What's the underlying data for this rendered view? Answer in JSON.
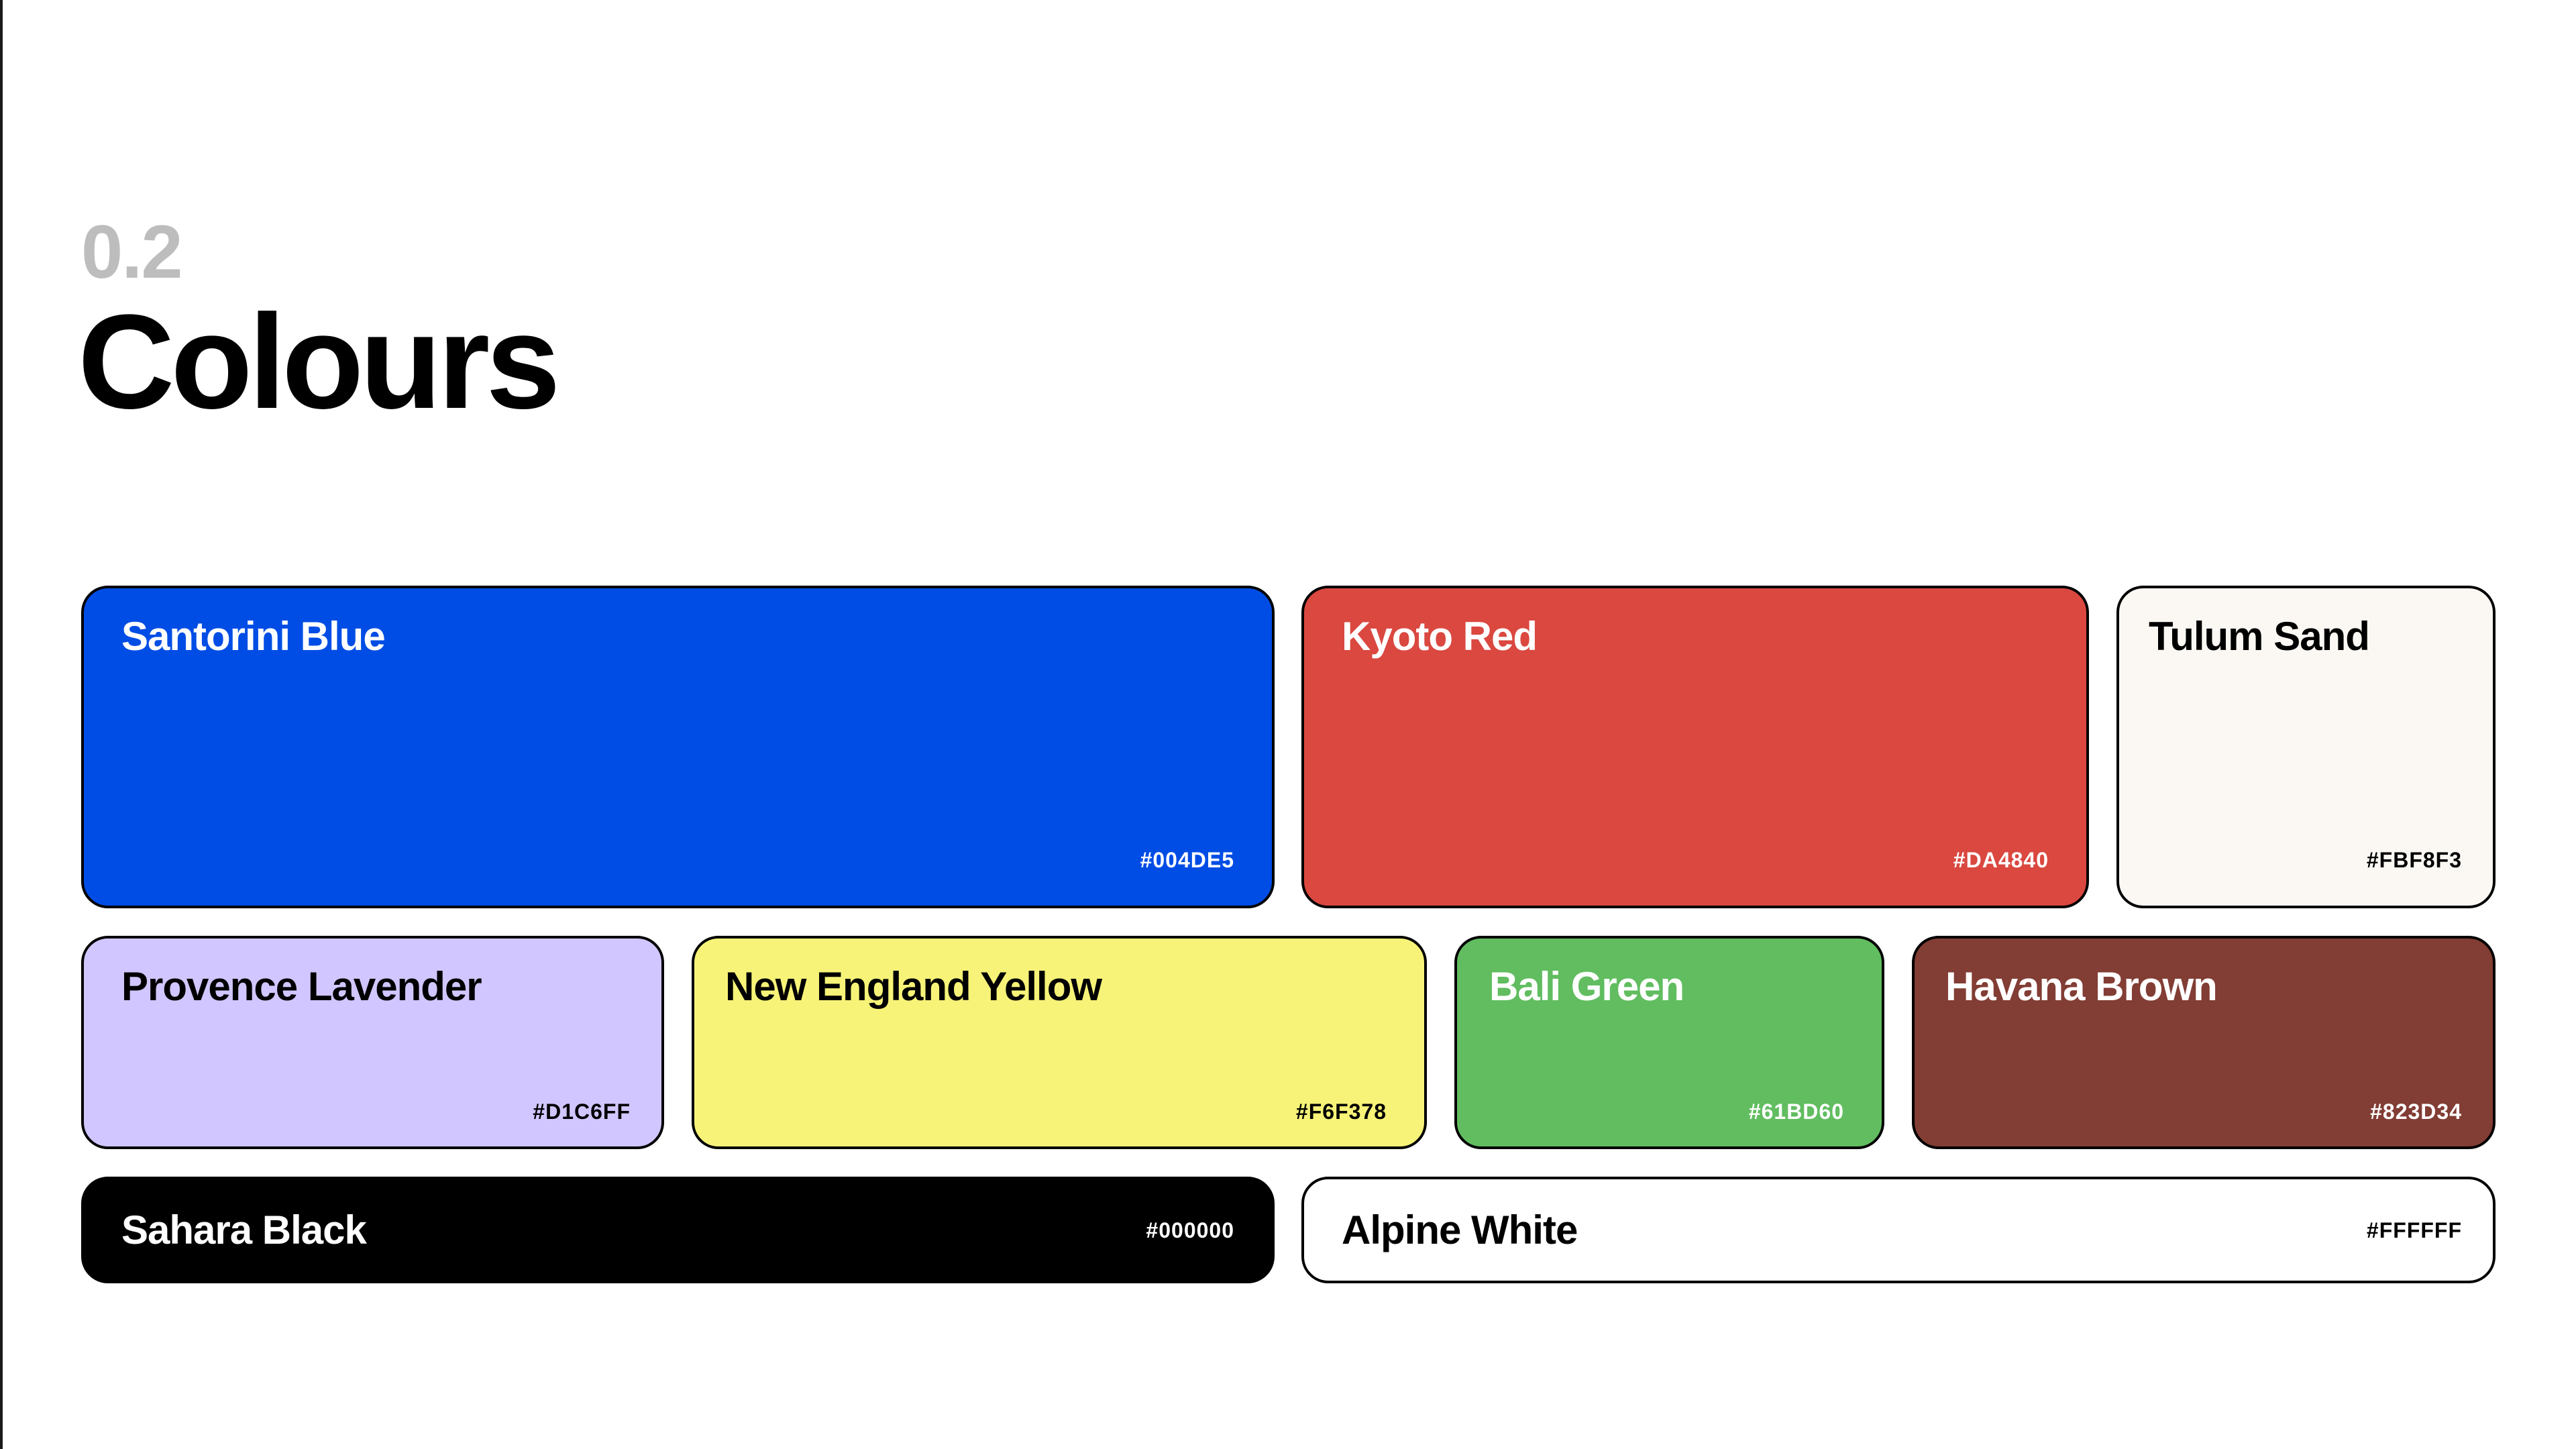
{
  "section": {
    "number": "0.2",
    "title": "Colours"
  },
  "swatches": [
    {
      "name": "Santorini Blue",
      "hex": "#004DE5",
      "color": "#004DE5",
      "text_color": "#FFFFFF"
    },
    {
      "name": "Kyoto Red",
      "hex": "#DA4840",
      "color": "#DA4840",
      "text_color": "#FFFFFF"
    },
    {
      "name": "Tulum Sand",
      "hex": "#FBF8F3",
      "color": "#FBF8F3",
      "text_color": "#000000"
    },
    {
      "name": "Provence Lavender",
      "hex": "#D1C6FF",
      "color": "#D1C6FF",
      "text_color": "#000000"
    },
    {
      "name": "New England Yellow",
      "hex": "#F6F378",
      "color": "#F6F378",
      "text_color": "#000000"
    },
    {
      "name": "Bali Green",
      "hex": "#61BD60",
      "color": "#61BD60",
      "text_color": "#FFFFFF"
    },
    {
      "name": "Havana Brown",
      "hex": "#823D34",
      "color": "#823D34",
      "text_color": "#FFFFFF"
    },
    {
      "name": "Sahara Black",
      "hex": "#000000",
      "color": "#000000",
      "text_color": "#FFFFFF"
    },
    {
      "name": "Alpine White",
      "hex": "#FFFFFF",
      "color": "#FFFFFF",
      "text_color": "#000000"
    }
  ]
}
